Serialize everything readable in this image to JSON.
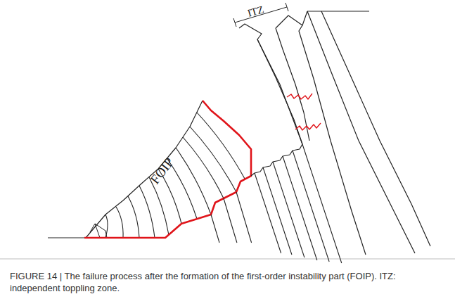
{
  "diagram": {
    "caption": "FIGURE 14 | The failure process after the formation of the first-order instability part (FOIP). ITZ: independent toppling zone.",
    "labels": [
      "ITZ",
      "FOIP"
    ]
  }
}
